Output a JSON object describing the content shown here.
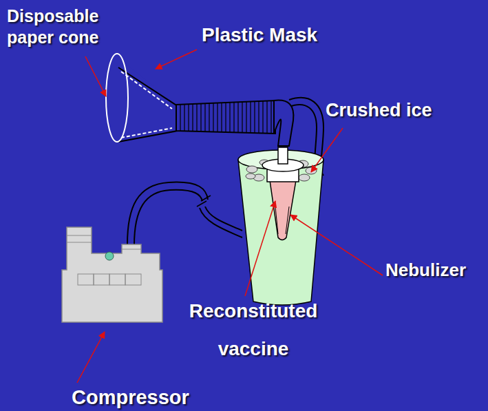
{
  "diagram": {
    "labels": [
      "Disposable paper cone",
      "Plastic Mask",
      "Crushed ice",
      "Nebulizer",
      "Reconstituted vaccine",
      "Compressor"
    ]
  }
}
